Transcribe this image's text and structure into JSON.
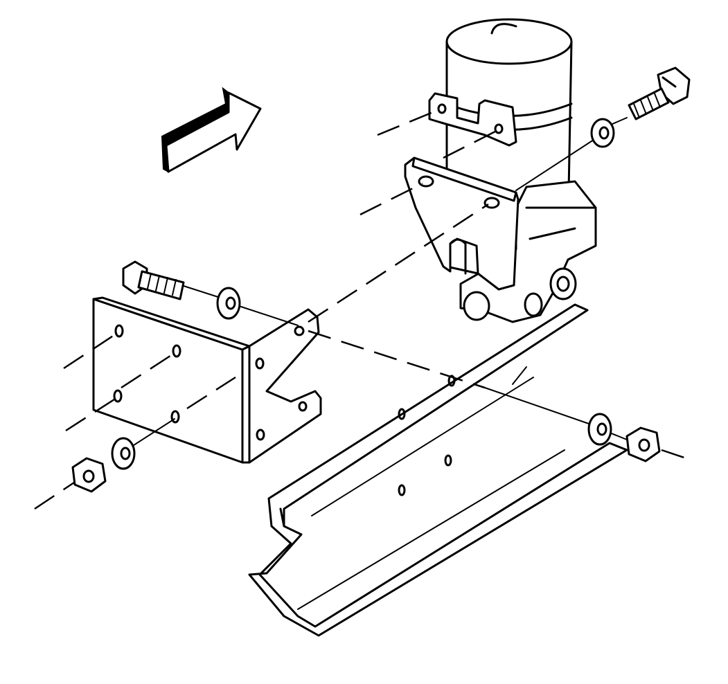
{
  "figure": {
    "colors": {
      "line": "#000000",
      "background": "#ffffff"
    },
    "parts": [
      "direction-arrow",
      "pump-motor",
      "mounting-bracket",
      "frame-rail",
      "bolts",
      "washers",
      "nuts"
    ]
  }
}
